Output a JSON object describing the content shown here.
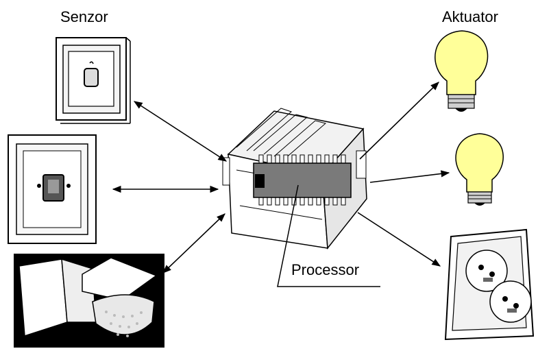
{
  "labels": {
    "sensor": "Senzor",
    "actuator": "Aktuator",
    "processor": "Processor"
  },
  "colors": {
    "bulb": "#ffff99",
    "chip": "#7a7a7a",
    "line": "#000000"
  },
  "icons": {
    "sensors": [
      "wall-switch-icon",
      "rotary-dial-sensor-icon",
      "motion-detector-icon"
    ],
    "controller": "din-rail-controller-icon",
    "actuators": [
      "light-bulb-icon",
      "light-bulb-icon",
      "double-socket-icon"
    ]
  }
}
